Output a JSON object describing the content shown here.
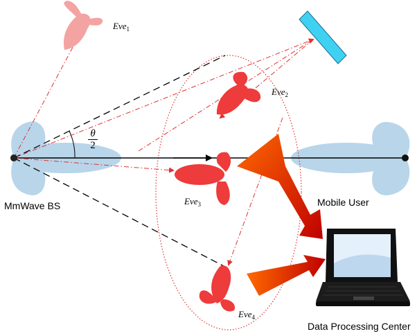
{
  "labels": {
    "bs": "MmWave BS",
    "user": "Mobile User",
    "dpc": "Data Processing Center",
    "angle_numerator": "θ",
    "angle_denominator": "2"
  },
  "eves": [
    {
      "base": "Eve",
      "sub": "1"
    },
    {
      "base": "Eve",
      "sub": "2"
    },
    {
      "base": "Eve",
      "sub": "3"
    },
    {
      "base": "Eve",
      "sub": "4"
    }
  ],
  "colors": {
    "beam_light": "#b8d5ea",
    "eve_pink": "#f4a3a3",
    "eve_red": "#ee3b3b",
    "reflector_fill": "#3fd1f2",
    "signal_arrow_start": "#ff6600",
    "signal_arrow_end": "#c00000",
    "dash_red": "#e03030"
  }
}
